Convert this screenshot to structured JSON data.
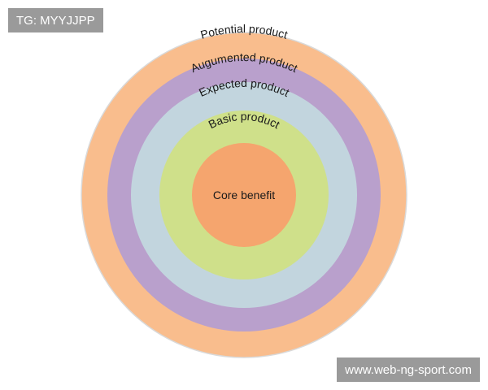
{
  "badge": {
    "text": "TG: MYYJJPP"
  },
  "watermark": {
    "text": "www.web-ng-sport.com"
  },
  "diagram": {
    "rings": [
      {
        "label": "Potential product",
        "color": "#f9bd8d",
        "border": "#d9d9d9"
      },
      {
        "label": "Augumented product",
        "color": "#b9a0cc"
      },
      {
        "label": "Expected product",
        "color": "#c2d5de"
      },
      {
        "label": "Basic product",
        "color": "#cfe08a"
      }
    ],
    "core": {
      "label": "Core benefit",
      "color": "#f5a56e"
    }
  }
}
